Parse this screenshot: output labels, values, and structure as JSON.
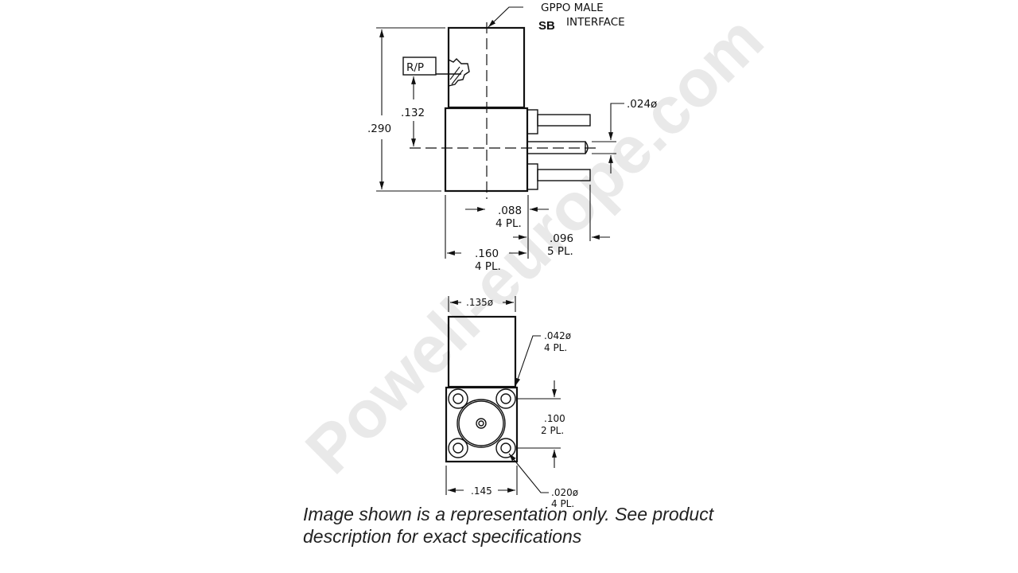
{
  "watermark": "Powell-europe.com",
  "side_view": {
    "callout_interface_line1": "GPPO MALE",
    "callout_interface_line2": "INTERFACE",
    "series_code": "SB",
    "ref_plane": "R/P",
    "dim_overall_height": ".290",
    "dim_ref_plane_height": ".132",
    "dim_pin_diameter": ".024ø",
    "dim_pin_offset": ".088",
    "dim_pin_offset_qty": "4 PL.",
    "dim_pin_length": ".096",
    "dim_pin_length_qty": "5 PL.",
    "dim_body_width": ".160",
    "dim_body_width_qty": "4 PL."
  },
  "bottom_view": {
    "dim_body_diameter": ".135ø",
    "dim_standoff_diameter": ".042ø",
    "dim_standoff_qty": "4 PL.",
    "dim_pin_spacing": ".100",
    "dim_pin_spacing_qty": "2 PL.",
    "dim_flange_width": ".145",
    "dim_hole_diameter": ".020ø",
    "dim_hole_qty": "4 PL."
  },
  "caption": {
    "line1": "Image shown is a representation only. See product",
    "line2": "description for exact specifications"
  }
}
